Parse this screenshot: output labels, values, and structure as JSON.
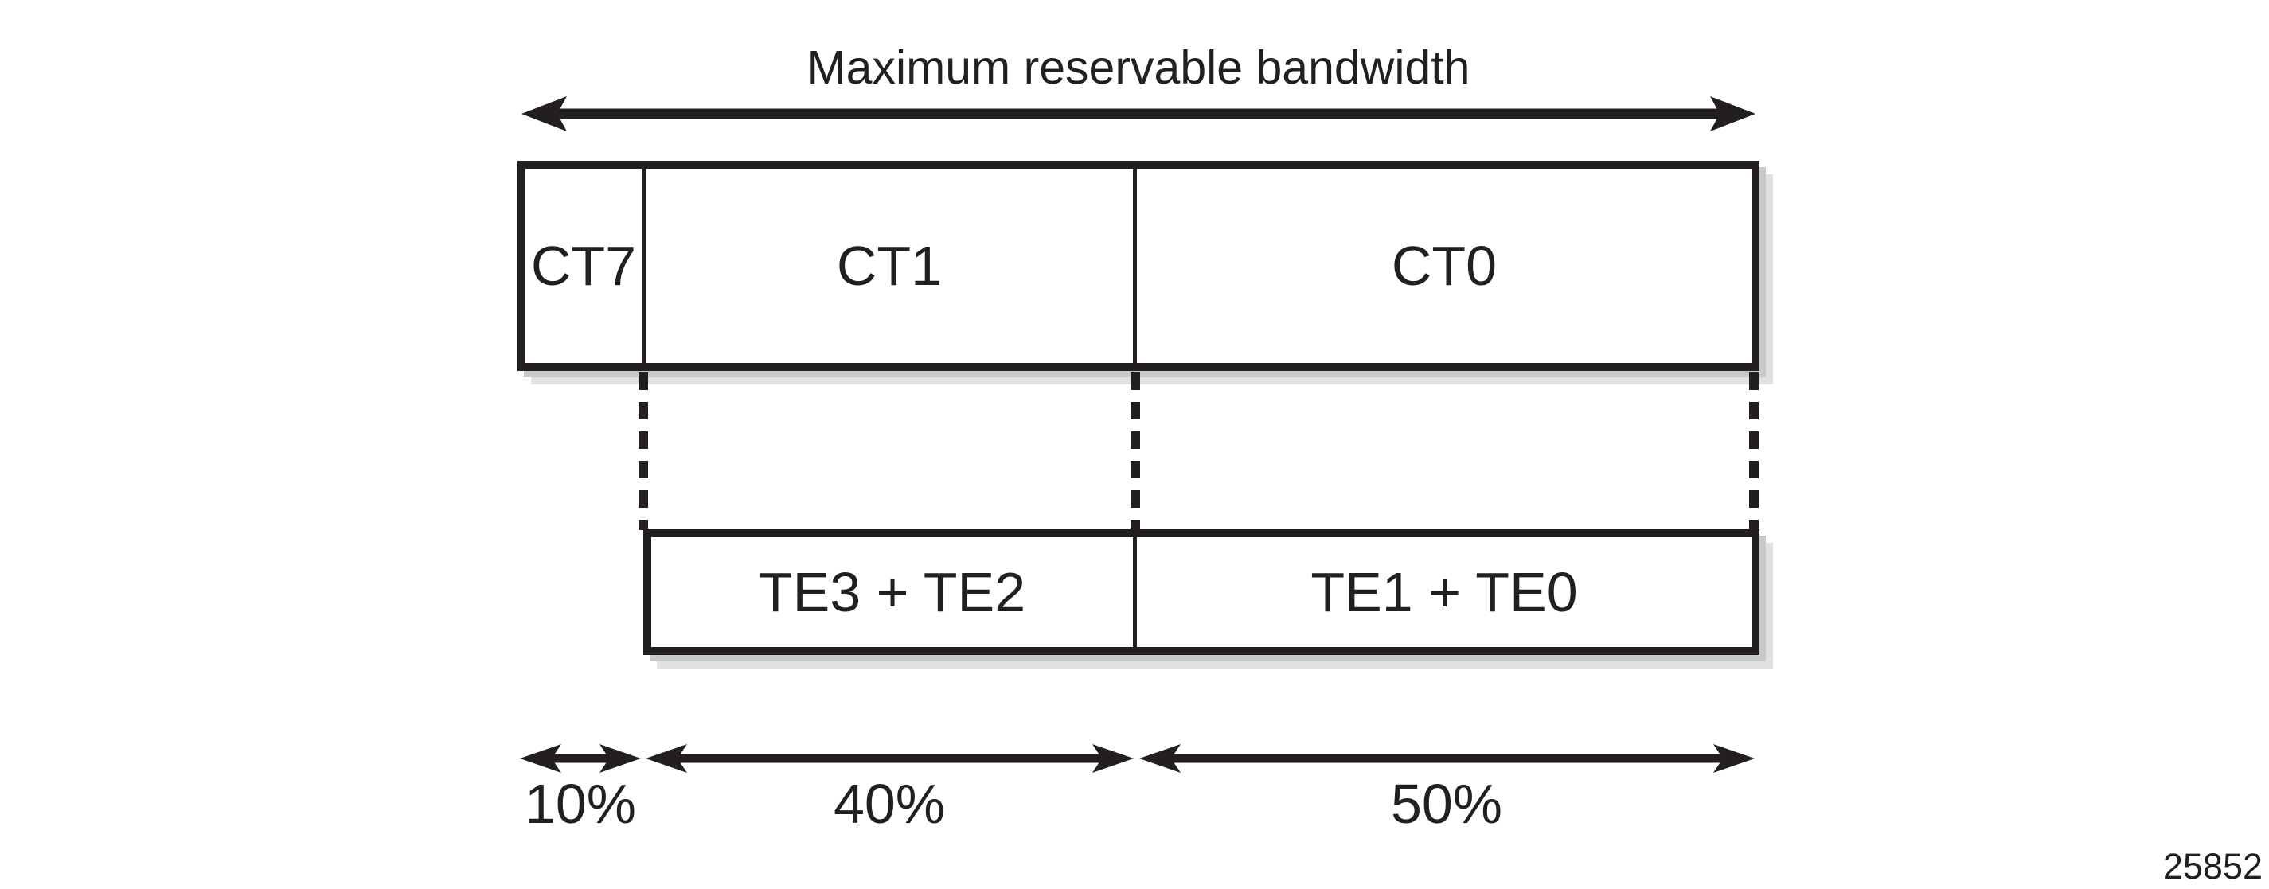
{
  "title": "Maximum reservable bandwidth",
  "figure_number": "25852",
  "class_type_bar": {
    "segments": [
      {
        "label": "CT7",
        "percent": "10%"
      },
      {
        "label": "CT1",
        "percent": "40%"
      },
      {
        "label": "CT0",
        "percent": "50%"
      }
    ]
  },
  "te_bar": {
    "segments": [
      {
        "label": "TE3 + TE2",
        "percent": "40%"
      },
      {
        "label": "TE1 + TE0",
        "percent": "50%"
      }
    ]
  },
  "percent_labels": [
    "10%",
    "40%",
    "50%"
  ],
  "colors": {
    "ink": "#231f20",
    "shadow_dark": "#c6c8ca",
    "shadow_light": "#e0e1e3"
  }
}
